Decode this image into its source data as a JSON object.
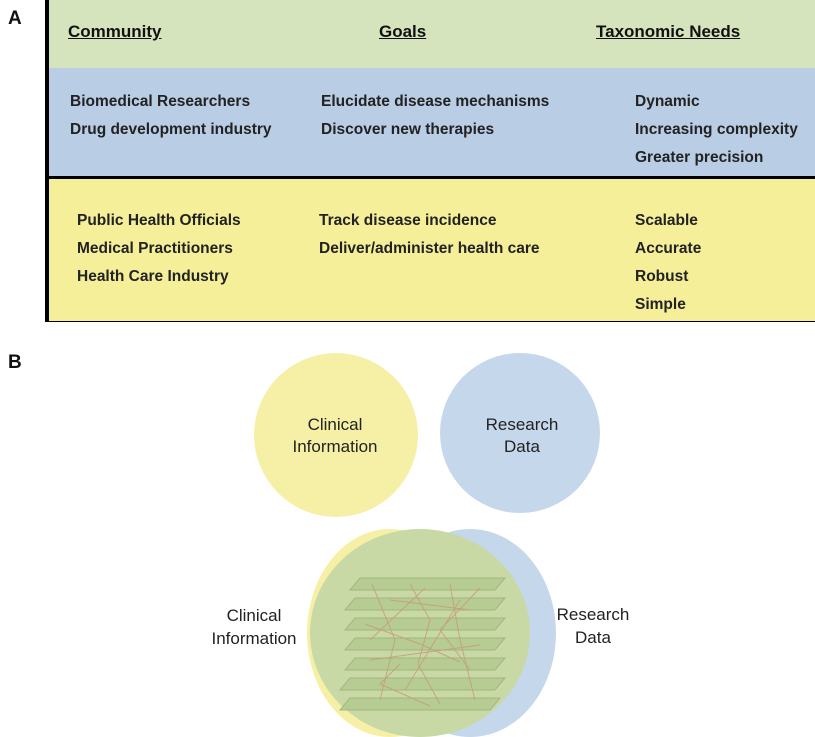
{
  "panels": {
    "a_label": "A",
    "b_label": "B"
  },
  "table": {
    "headers": {
      "community": "Community",
      "goals": "Goals",
      "needs": "Taxonomic Needs"
    },
    "research_row": {
      "community": [
        "Biomedical Researchers",
        "Drug development industry"
      ],
      "goals": [
        "Elucidate disease mechanisms",
        "Discover new therapies"
      ],
      "needs": [
        "Dynamic",
        "Increasing complexity",
        "Greater precision"
      ]
    },
    "clinical_row": {
      "community": [
        "Public Health Officials",
        "Medical Practitioners",
        "Health Care Industry"
      ],
      "goals": [
        "Track disease incidence",
        "Deliver/administer health care"
      ],
      "needs": [
        "Scalable",
        "Accurate",
        "Robust",
        "Simple"
      ]
    }
  },
  "venn_top": {
    "left_label": [
      "Clinical",
      "Information"
    ],
    "right_label": [
      "Research",
      "Data"
    ]
  },
  "venn_bottom": {
    "left_label": [
      "Clinical",
      "Information"
    ],
    "right_label": [
      "Research",
      "Data"
    ]
  },
  "colors": {
    "header_band": "#d6e4bd",
    "research_band": "#b9cde5",
    "clinical_band": "#f5ef9a",
    "yellow_circle": "#f6f0a6",
    "blue_circle": "#c5d7ea",
    "overlap": "#c9d9a5"
  }
}
